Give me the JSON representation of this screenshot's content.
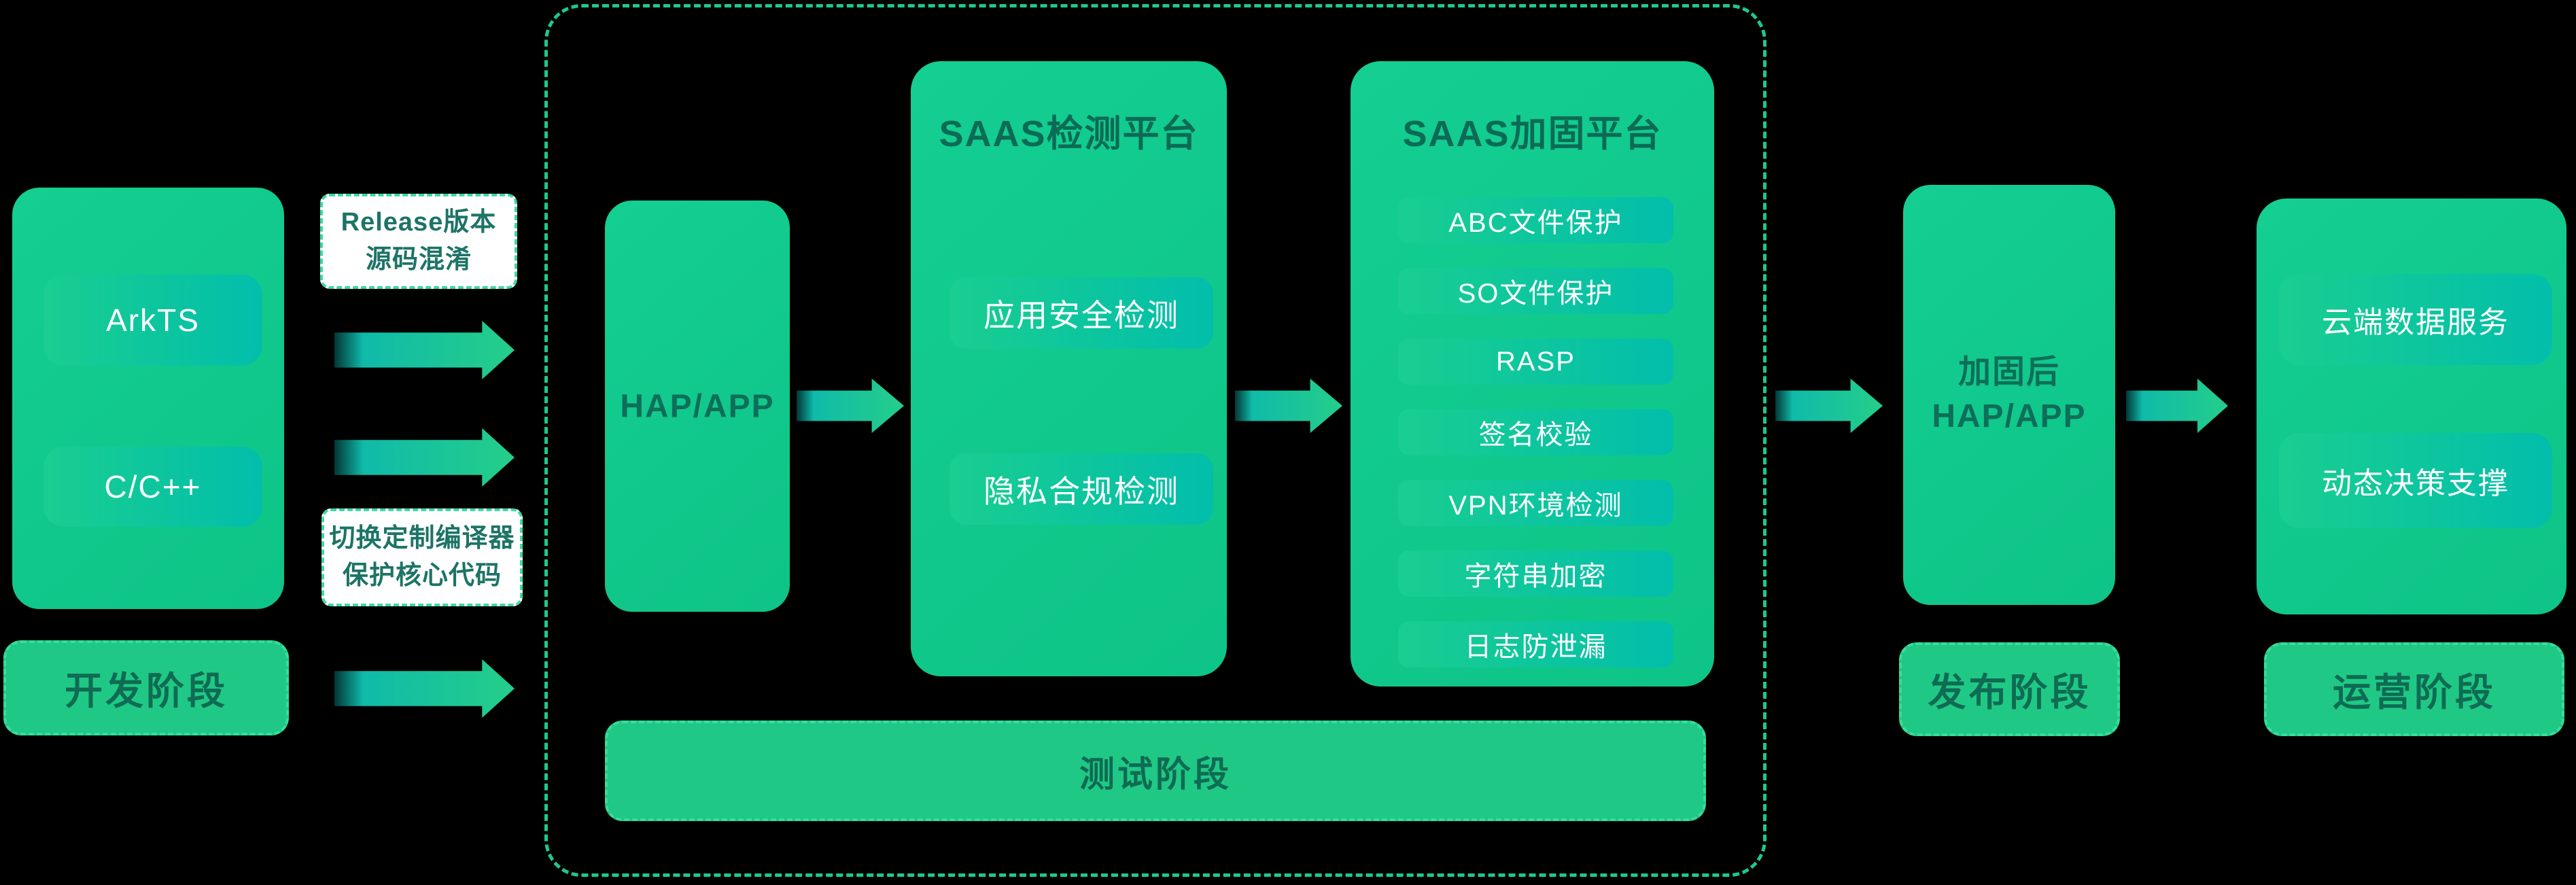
{
  "colors": {
    "background": "#000000",
    "panel_green_start": "#14CE92",
    "panel_green_end": "#0EC487",
    "pill_gradient_start": "#19CE90",
    "pill_gradient_end": "#02BEAB",
    "stage_badge_fill": "#1FC985",
    "stage_badge_border": "#38DC9B",
    "dark_green_text": "#0E6E59",
    "arrow_gradient_start": "#0BB7AF",
    "arrow_gradient_end": "#25CE89",
    "pipeline_border": "#1EC98B",
    "note_border": "#3BD9A6",
    "note_background": "#FFFFFF",
    "note_text": "#1D7466",
    "pill_text": "#FFFFFF"
  },
  "dev": {
    "box_items": [
      "ArkTS",
      "C/C++"
    ],
    "stage_label": "开发阶段"
  },
  "annotations": {
    "obfuscation": {
      "line1": "Release版本",
      "line2": "源码混淆"
    },
    "compiler": {
      "line1": "切换定制编译器",
      "line2": "保护核心代码"
    }
  },
  "pipeline": {
    "input_label": "HAP/APP"
  },
  "detect_platform": {
    "title": "SAAS检测平台",
    "items": [
      "应用安全检测",
      "隐私合规检测"
    ]
  },
  "harden_platform": {
    "title": "SAAS加固平台",
    "items": [
      "ABC文件保护",
      "SO文件保护",
      "RASP",
      "签名校验",
      "VPN环境检测",
      "字符串加密",
      "日志防泄漏"
    ]
  },
  "test_stage_label": "测试阶段",
  "output_box": {
    "line1": "加固后",
    "line2": "HAP/APP"
  },
  "release_stage_label": "发布阶段",
  "ops_platform": {
    "items": [
      "云端数据服务",
      "动态决策支撑"
    ]
  },
  "ops_stage_label": "运营阶段"
}
